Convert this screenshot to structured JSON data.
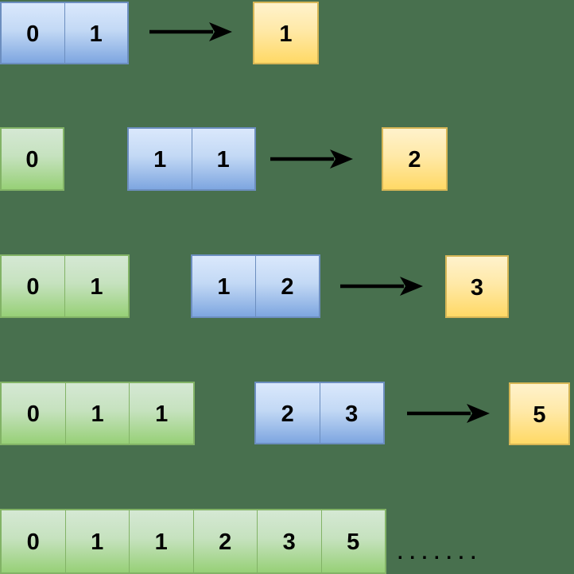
{
  "background_color": "#48704E",
  "styles": {
    "blue_box": {
      "fill_top": "#DAE8FC",
      "fill_bottom": "#7EA6E0",
      "border": "#6C8EBF"
    },
    "green_box": {
      "fill_top": "#D5E8D4",
      "fill_bottom": "#97D077",
      "border": "#82B366"
    },
    "yellow_box": {
      "fill_top": "#FFF2CC",
      "fill_bottom": "#FFD966",
      "border": "#D6B656"
    },
    "arrow_color": "#000000",
    "text_color": "#000000"
  },
  "rows": [
    {
      "window": {
        "cells": [
          "0",
          "1"
        ]
      },
      "result": "1"
    },
    {
      "history": {
        "cells": [
          "0"
        ]
      },
      "window": {
        "cells": [
          "1",
          "1"
        ]
      },
      "result": "2"
    },
    {
      "history": {
        "cells": [
          "0",
          "1"
        ]
      },
      "window": {
        "cells": [
          "1",
          "2"
        ]
      },
      "result": "3"
    },
    {
      "history": {
        "cells": [
          "0",
          "1",
          "1"
        ]
      },
      "window": {
        "cells": [
          "2",
          "3"
        ]
      },
      "result": "5"
    },
    {
      "sequence": {
        "cells": [
          "0",
          "1",
          "1",
          "2",
          "3",
          "5"
        ]
      },
      "ellipsis": ". . . . . . ."
    }
  ]
}
